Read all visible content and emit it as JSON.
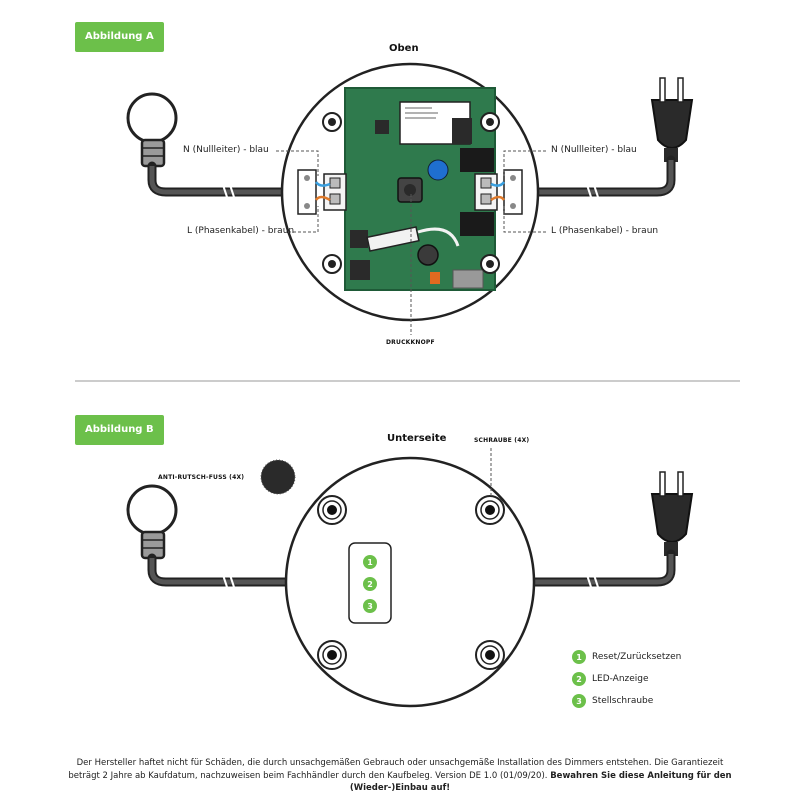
{
  "figure_a": {
    "badge": "Abbildung A",
    "title": "Oben",
    "label_n_left": "N (Nullleiter) - blau",
    "label_l_left": "L (Phasenkabel) - braun",
    "label_n_right": "N (Nullleiter) - blau",
    "label_l_right": "L (Phasenkabel) - braun",
    "button_label": "DRUCKKNOPF"
  },
  "figure_b": {
    "badge": "Abbildung B",
    "title": "Unterseite",
    "screw_label": "SCHRAUBE (4X)",
    "foot_label": "ANTI-RUTSCH-FUSS (4X)",
    "panel_numbers": [
      "1",
      "2",
      "3"
    ],
    "legend": [
      {
        "num": "1",
        "text": "Reset/Zurücksetzen"
      },
      {
        "num": "2",
        "text": "LED-Anzeige"
      },
      {
        "num": "3",
        "text": "Stellschraube"
      }
    ]
  },
  "footer": {
    "text": "Der Hersteller haftet nicht für Schäden, die durch unsachgemäßen Gebrauch oder unsachgemäße Installation des Dimmers entstehen. Die Garantiezeit beträgt 2 Jahre ab Kaufdatum, nachzuweisen beim Fachhändler durch den Kaufbeleg. Version DE 1.0 (01/09/20).",
    "bold": "Bewahren Sie diese Anleitung für den (Wieder-)Einbau auf!"
  },
  "colors": {
    "accent": "#6cc04a",
    "pcb": "#2f7a4d",
    "wire_blue": "#3aa0e0",
    "wire_brown": "#e07a2a"
  }
}
